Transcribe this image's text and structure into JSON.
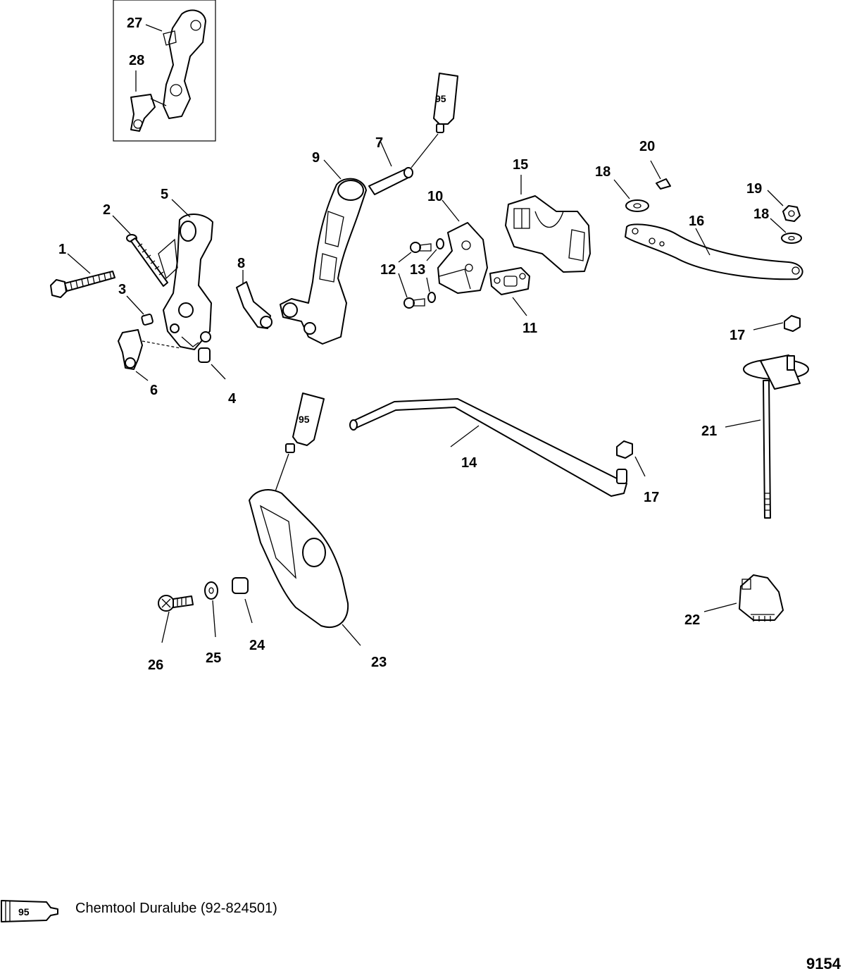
{
  "callouts": {
    "c1": "1",
    "c2": "2",
    "c3": "3",
    "c4": "4",
    "c5": "5",
    "c6": "6",
    "c7": "7",
    "c8": "8",
    "c9": "9",
    "c10": "10",
    "c11": "11",
    "c12": "12",
    "c13": "13",
    "c14": "14",
    "c15": "15",
    "c16": "16",
    "c17a": "17",
    "c17b": "17",
    "c18a": "18",
    "c18b": "18",
    "c19": "19",
    "c20": "20",
    "c21": "21",
    "c22": "22",
    "c23": "23",
    "c24": "24",
    "c25": "25",
    "c26": "26",
    "c27": "27",
    "c28": "28"
  },
  "tube_label": "95",
  "legend": {
    "tube_code": "95",
    "text": "Chemtool Duralube (92-824501)"
  },
  "figure_number": "9154"
}
